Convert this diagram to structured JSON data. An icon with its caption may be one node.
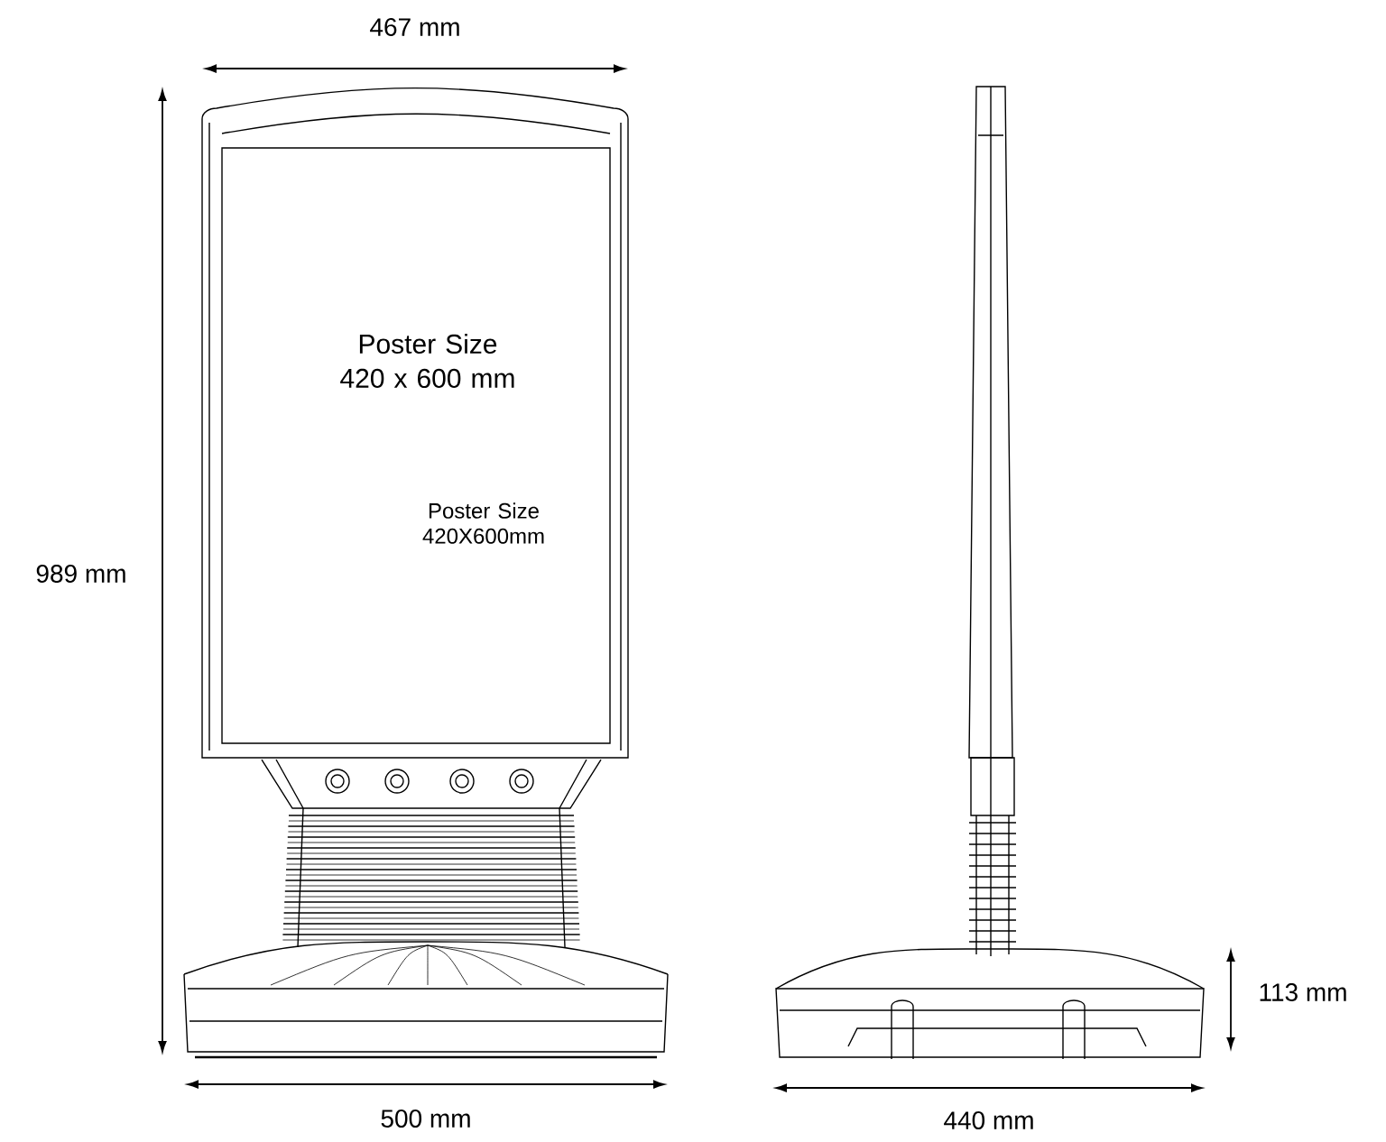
{
  "diagram": {
    "nodes": [
      {
        "text": [
          "Poster Size 420 x 600 mm",
          "Poster Size 420X600mm"
        ]
      }
    ],
    "labels": [
      "467 mm",
      "989 mm",
      "500 mm",
      "440 mm",
      "113 mm"
    ]
  }
}
